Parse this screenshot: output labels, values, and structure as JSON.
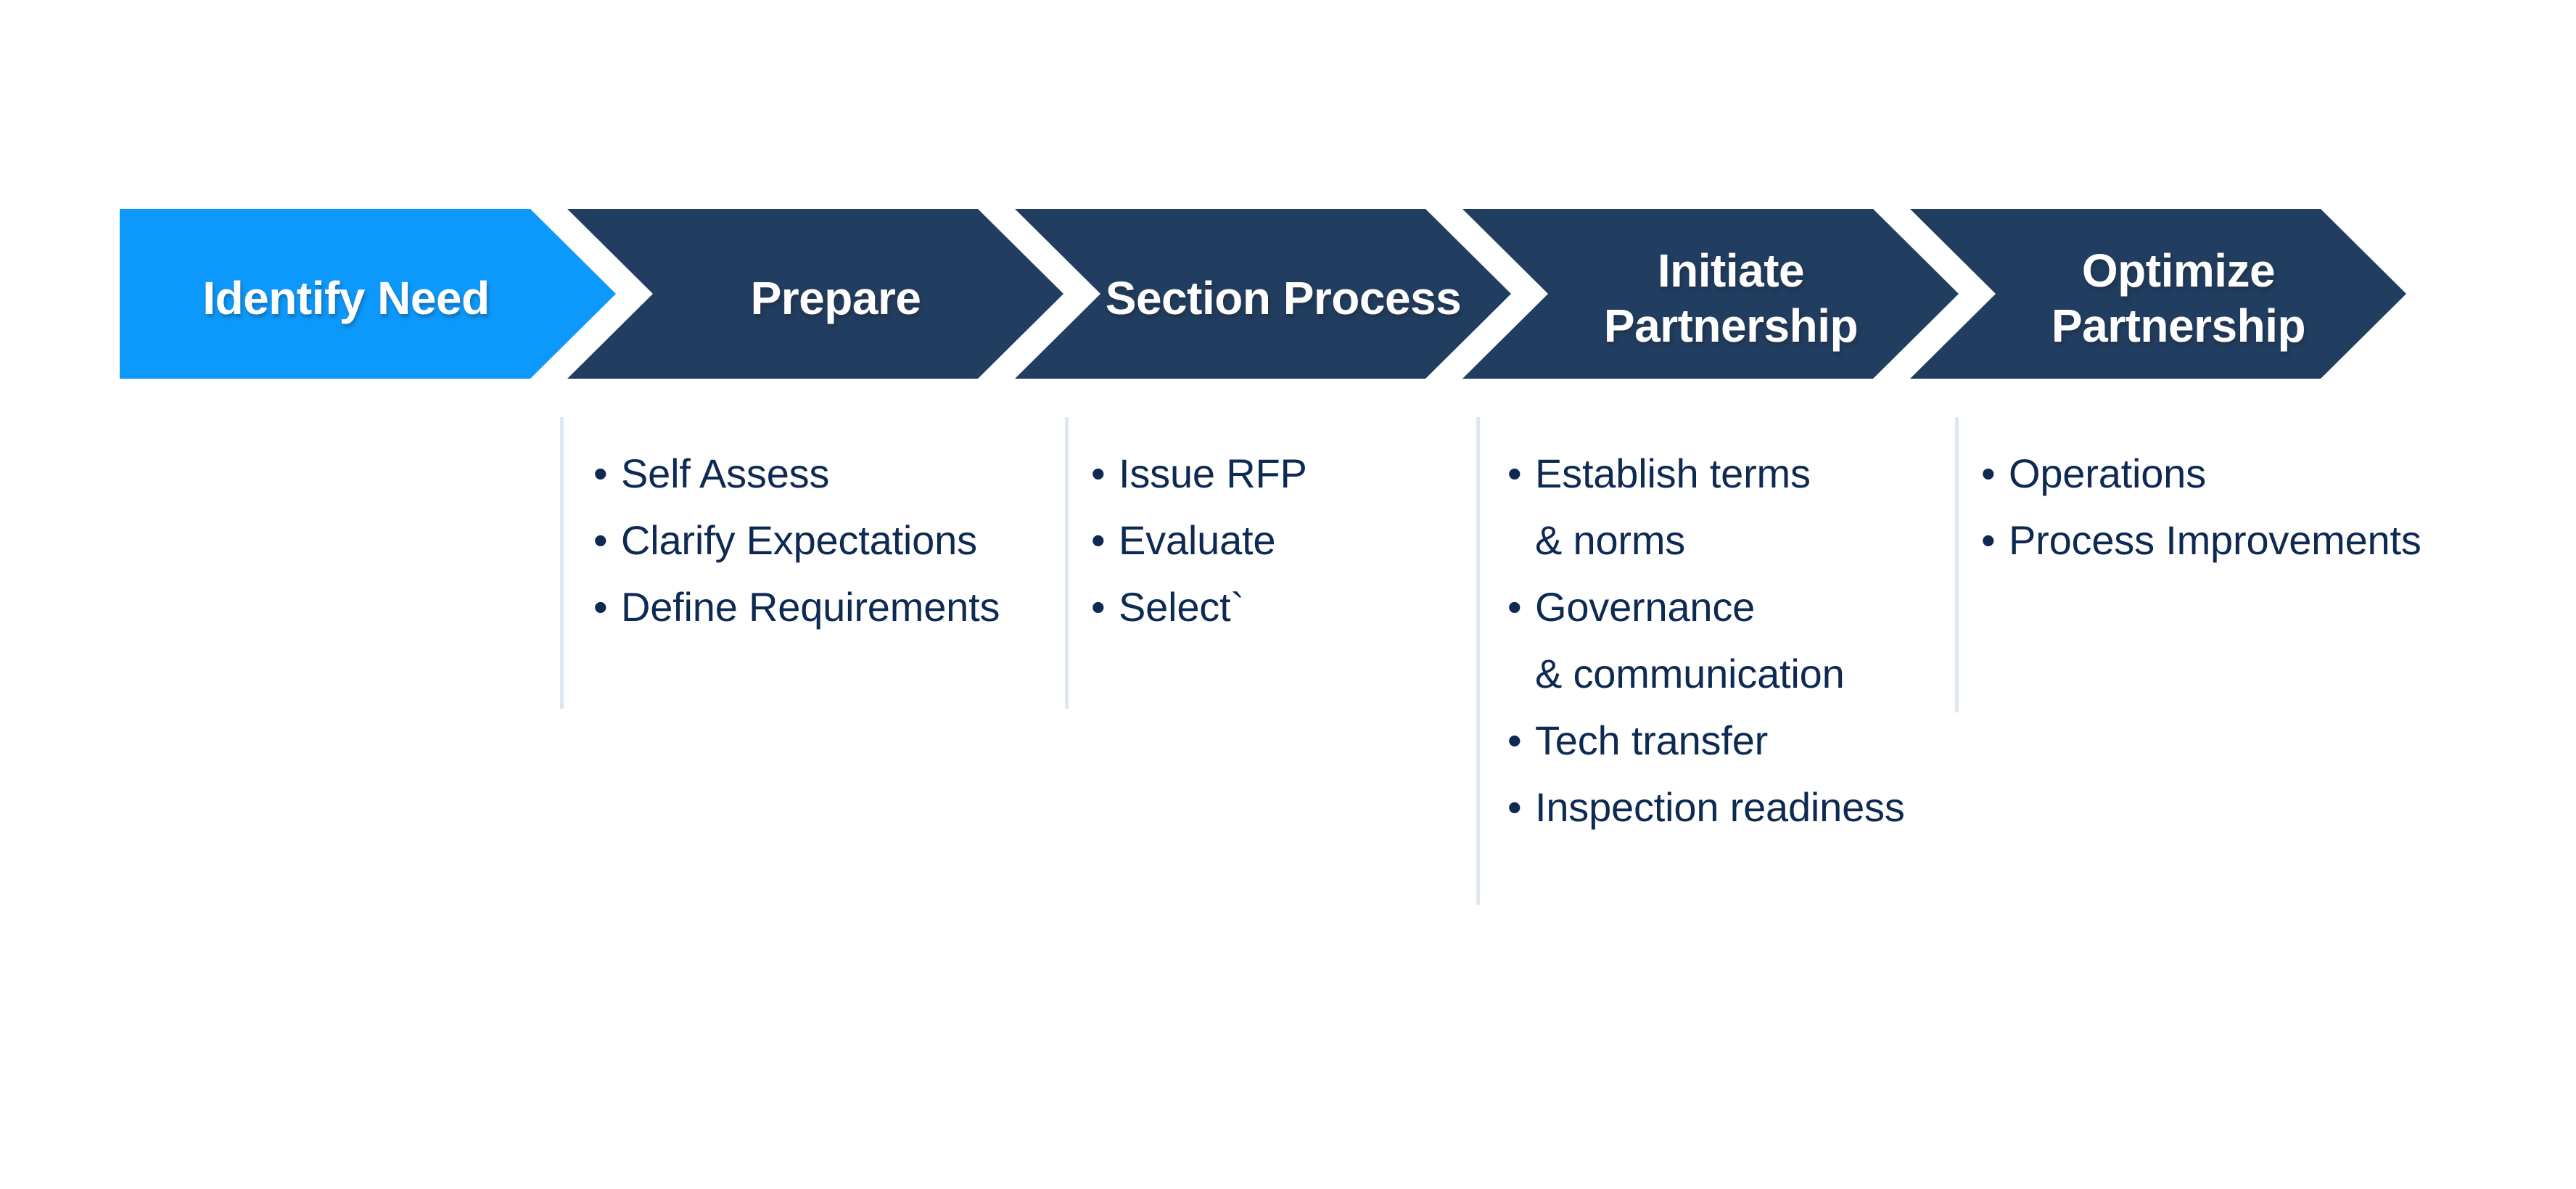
{
  "process_flow": {
    "steps": [
      {
        "label": "Identify Need",
        "highlighted": true
      },
      {
        "label": "Prepare",
        "highlighted": false
      },
      {
        "label": "Section Process",
        "highlighted": false
      },
      {
        "label": "Initiate\nPartnership",
        "highlighted": false
      },
      {
        "label": "Optimize\nPartnership",
        "highlighted": false
      }
    ],
    "colors": {
      "active_step": "#0d98fb",
      "step": "#213d5f",
      "label_text": "#ffffff"
    }
  },
  "bullet_char": "•",
  "detail_columns": [
    {
      "items": [
        {
          "text": "Self Assess",
          "bullet": true
        },
        {
          "text": "Clarify Expectations",
          "bullet": true
        },
        {
          "text": "Define Requirements",
          "bullet": true
        }
      ]
    },
    {
      "items": [
        {
          "text": "Issue RFP",
          "bullet": true
        },
        {
          "text": "Evaluate",
          "bullet": true
        },
        {
          "text": "Select`",
          "bullet": true
        }
      ]
    },
    {
      "items": [
        {
          "text": "Establish terms",
          "bullet": true
        },
        {
          "text": "& norms",
          "bullet": false
        },
        {
          "text": "Governance",
          "bullet": true
        },
        {
          "text": "& communication",
          "bullet": false
        },
        {
          "text": "Tech transfer",
          "bullet": true
        },
        {
          "text": "Inspection readiness",
          "bullet": true
        }
      ]
    },
    {
      "items": [
        {
          "text": "Operations",
          "bullet": true
        },
        {
          "text": "Process Improvements",
          "bullet": true
        }
      ]
    }
  ],
  "colors": {
    "bullet_text": "#0e2a52",
    "divider": "#dde6f1",
    "background": "#ffffff"
  }
}
